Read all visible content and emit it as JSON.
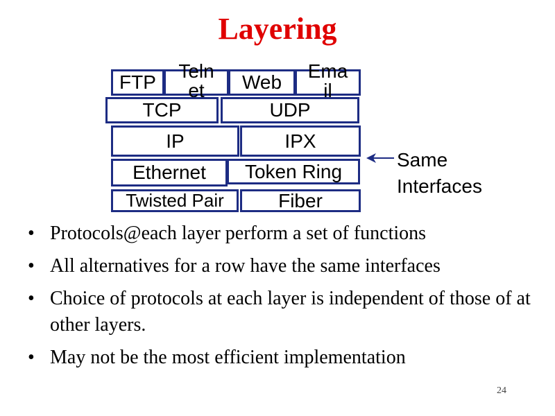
{
  "title": "Layering",
  "layers": {
    "app": [
      "FTP",
      "Telnet",
      "Web",
      "Email"
    ],
    "transport": [
      "TCP",
      "UDP"
    ],
    "network": [
      "IP",
      "IPX"
    ],
    "link": [
      "Ethernet",
      "Token Ring"
    ],
    "physical": [
      "Twisted Pair",
      "Fiber"
    ]
  },
  "side_label": {
    "line1": "Same",
    "line2": "Interfaces"
  },
  "bullets": [
    "Protocols@each layer perform a set of functions",
    "All alternatives for a row have the same interfaces",
    "Choice of protocols at each layer is independent of those of at other layers.",
    "May not be the most efficient implementation"
  ],
  "page_number": "24",
  "colors": {
    "title": "#e00000",
    "box_border": "#1d2c83",
    "arrow": "#1d2c83"
  }
}
